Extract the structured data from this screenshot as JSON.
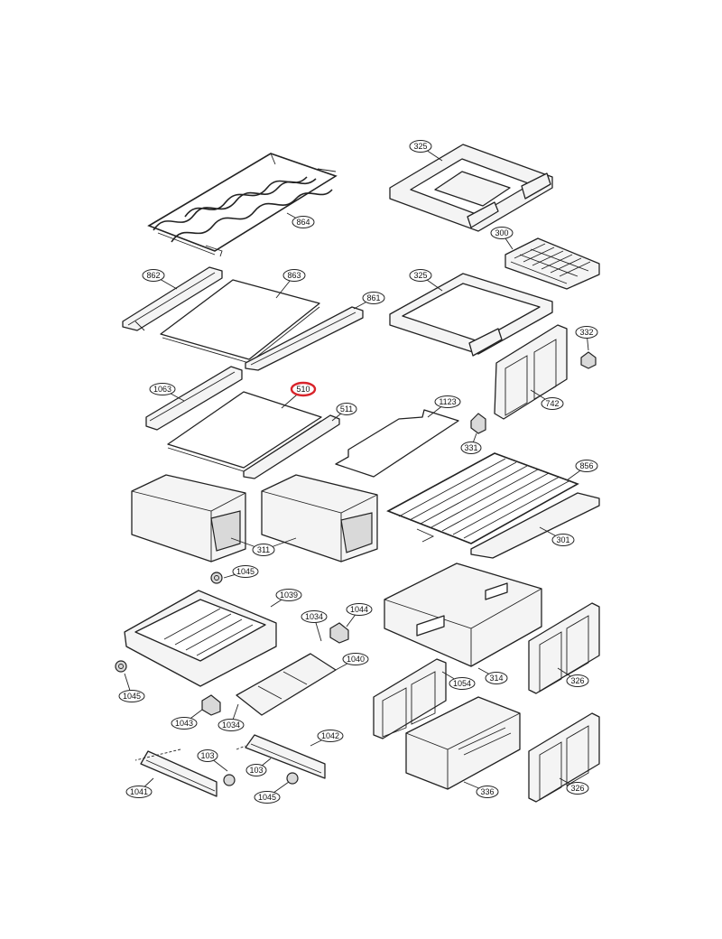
{
  "highlight_color": "#d8232a",
  "highlighted_part": "510",
  "callouts": [
    "325",
    "864",
    "300",
    "862",
    "863",
    "861",
    "325",
    "332",
    "742",
    "1063",
    "510",
    "511",
    "1123",
    "331",
    "856",
    "311",
    "301",
    "1045",
    "1039",
    "1044",
    "1034",
    "1040",
    "314",
    "326",
    "1045",
    "1054",
    "1043",
    "1034",
    "1042",
    "103",
    "103",
    "1041",
    "1045",
    "336",
    "326"
  ]
}
